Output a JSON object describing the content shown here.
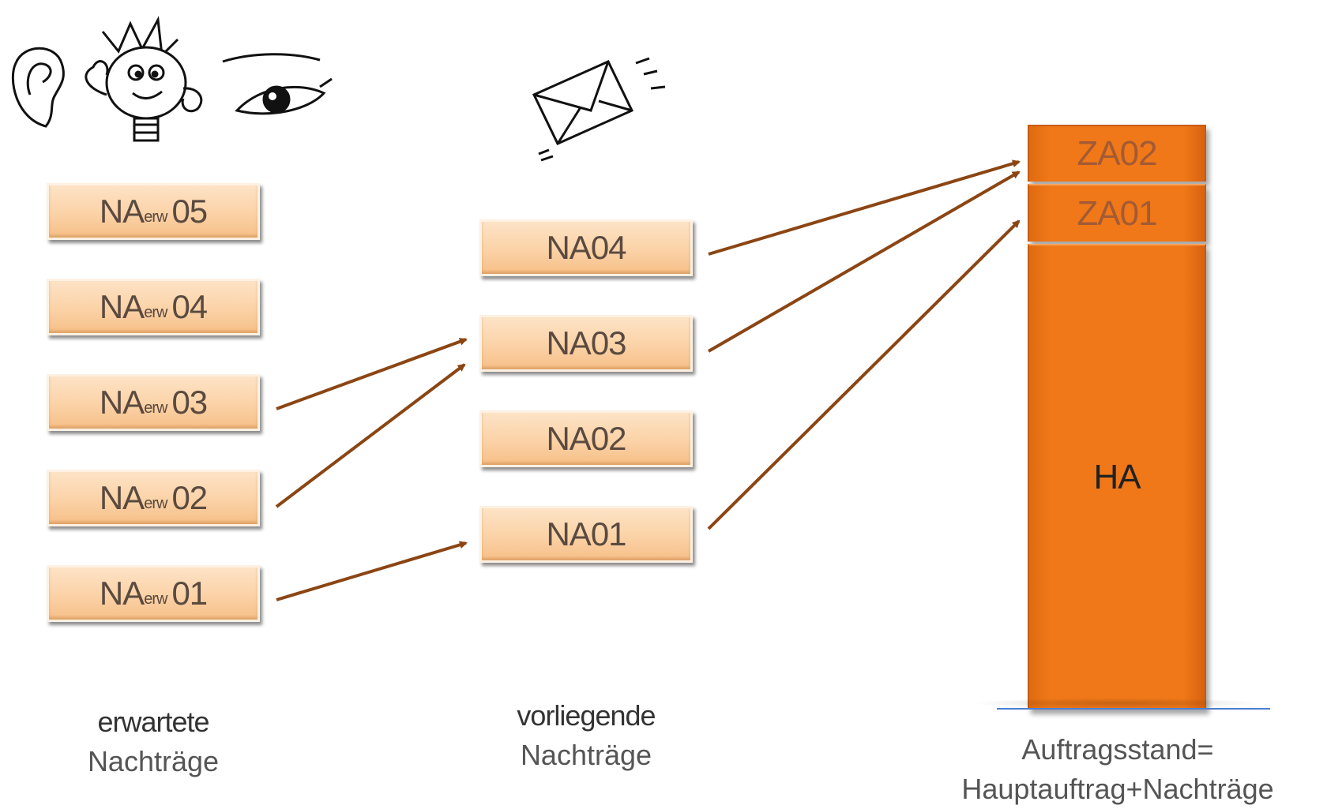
{
  "expected": {
    "items": [
      {
        "prefix": "NA",
        "sub": "erw",
        "num": "05"
      },
      {
        "prefix": "NA",
        "sub": "erw",
        "num": "04"
      },
      {
        "prefix": "NA",
        "sub": "erw",
        "num": "03"
      },
      {
        "prefix": "NA",
        "sub": "erw",
        "num": "02"
      },
      {
        "prefix": "NA",
        "sub": "erw",
        "num": "01"
      }
    ],
    "caption_line1": "erwartete",
    "caption_line2": "Nachträge"
  },
  "present": {
    "items": [
      "NA04",
      "NA03",
      "NA02",
      "NA01"
    ],
    "caption_line1": "vorliegende",
    "caption_line2": "Nachträge"
  },
  "order": {
    "segments": [
      "ZA02",
      "ZA01",
      "HA"
    ],
    "caption_line1": "Auftragsstand=",
    "caption_line2": "Hauptauftrag+Nachträge"
  },
  "colors": {
    "box_fill": "#fbd2a6",
    "arrow": "#8b4513",
    "column": "#f07818",
    "baseline": "#4a7fd4"
  },
  "icons": [
    "ear-icon",
    "lightbulb-mascot-icon",
    "eye-icon",
    "envelope-icon"
  ]
}
